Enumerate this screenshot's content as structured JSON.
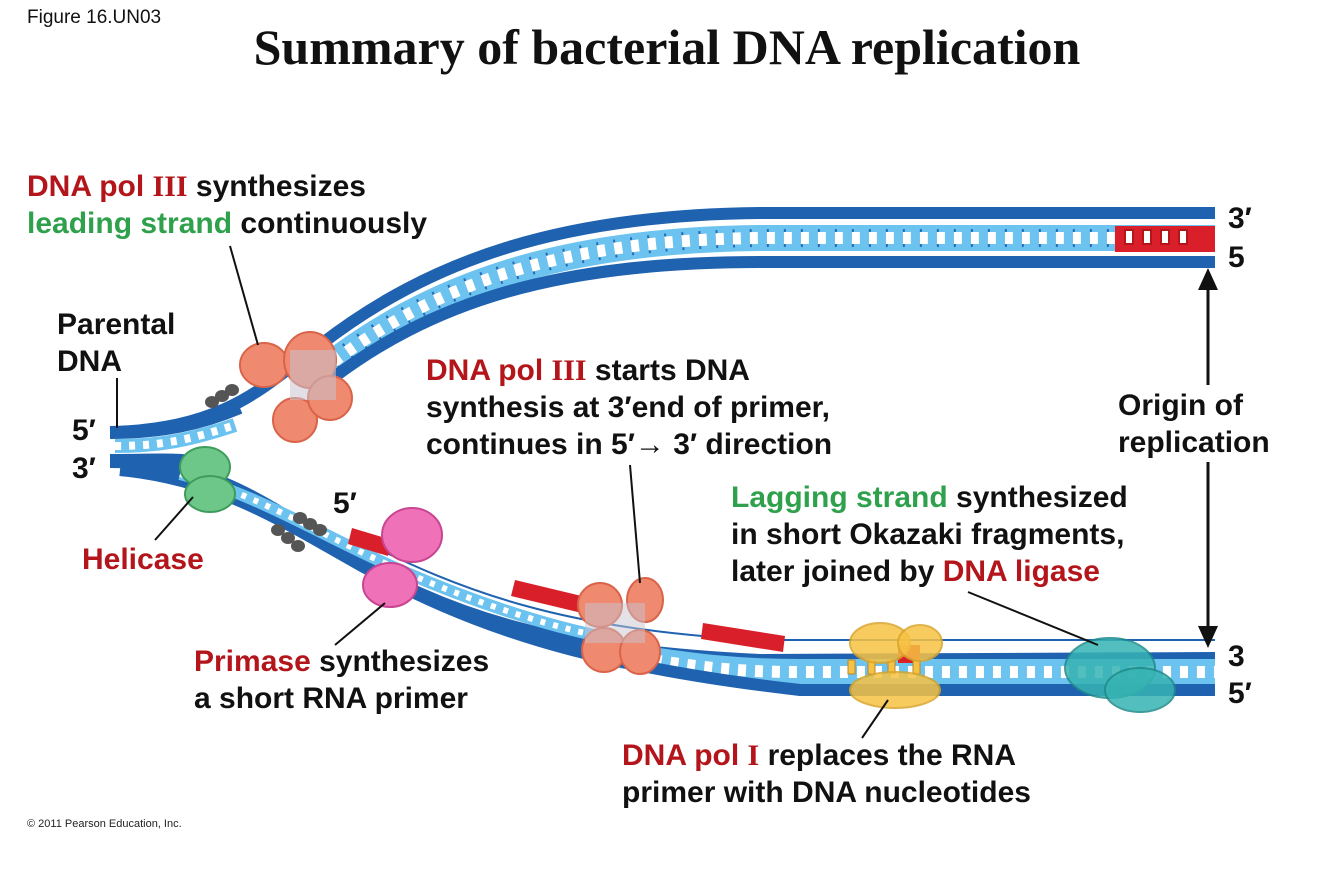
{
  "figure_label": "Figure 16.UN03",
  "title": "Summary of bacterial DNA replication",
  "labels": {
    "leading": {
      "l1_red": "DNA pol ",
      "l1_red_roman": "III",
      "l1_black": " synthesizes",
      "l2_green": "leading strand",
      "l2_black": " continuously"
    },
    "parental": {
      "l1": "Parental",
      "l2": "DNA"
    },
    "helicase": "Helicase",
    "primase": {
      "l1_red": "Primase",
      "l1_black": " synthesizes",
      "l2": "a short RNA primer"
    },
    "polIII_start": {
      "l1_red": "DNA pol ",
      "l1_red_roman": "III",
      "l1_black": " starts DNA",
      "l2": "synthesis at 3′end of primer,",
      "l3": "continues in 5′→ 3′ direction"
    },
    "origin": {
      "l1": "Origin of",
      "l2": "replication"
    },
    "lagging": {
      "l1_green": "Lagging strand",
      "l1_black": " synthesized",
      "l2": "in short Okazaki fragments,",
      "l3_black": "later joined by ",
      "l3_red": "DNA ligase"
    },
    "polI": {
      "l1_red": "DNA pol ",
      "l1_red_roman": "I",
      "l1_black": " replaces the RNA",
      "l2": "primer with DNA nucleotides"
    }
  },
  "strand_ends": {
    "left_top": "5′",
    "left_bottom": "3′",
    "top_right_upper": "3′",
    "top_right_lower": "5",
    "bottom_right_upper": "3",
    "bottom_right_lower": "5′",
    "primer": "5′"
  },
  "copyright": "© 2011 Pearson Education, Inc.",
  "colors": {
    "dark_strand": "#1f62b0",
    "light_strand": "#6cc3ef",
    "rna_primer": "#d9202a",
    "polymerase_III": "#ef8a70",
    "helicase": "#6dc789",
    "primase": "#ef72b8",
    "pol_I": "#f6c243",
    "ligase": "#36b3b3"
  }
}
